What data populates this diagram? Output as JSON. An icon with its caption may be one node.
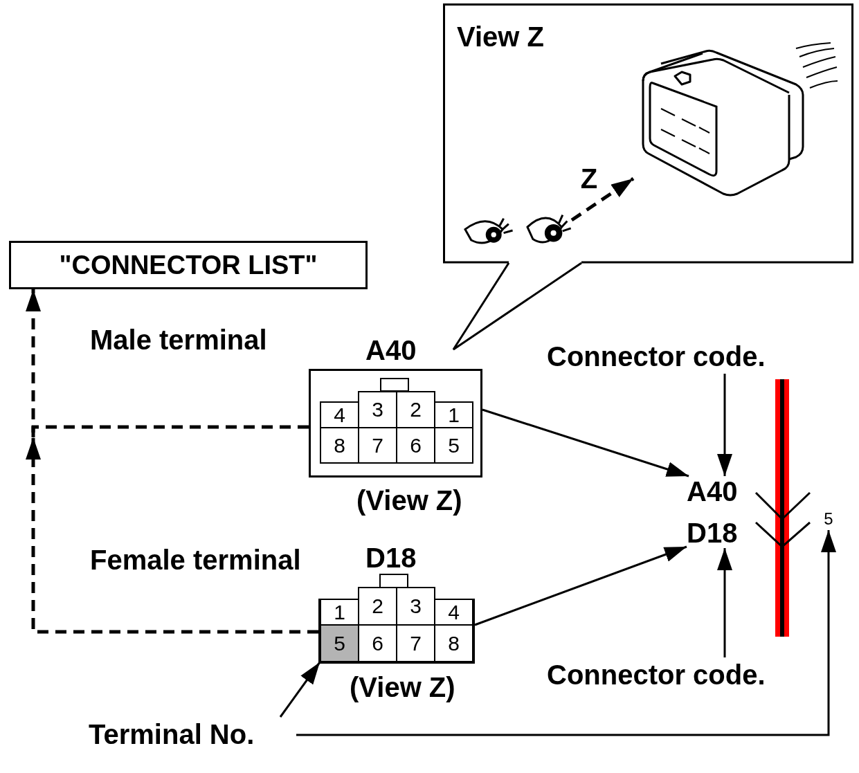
{
  "diagram": {
    "nodes": [
      {
        "text": [
          "View Z"
        ]
      },
      {
        "text": [],
        "shape": "picture",
        "in": 0
      },
      {
        "text": [],
        "shape": "picture",
        "in": 0
      },
      {
        "text": [],
        "shape": "picture",
        "in": 0
      },
      {
        "text": [
          "\"CONNECTOR LIST\""
        ]
      },
      {
        "text": [
          "A40",
          "(View Z)"
        ],
        "beside": [
          "Male terminal"
        ]
      },
      {
        "text": [
          "4"
        ],
        "in": 5
      },
      {
        "text": [
          "3"
        ],
        "in": 5
      },
      {
        "text": [
          "2"
        ],
        "in": 5
      },
      {
        "text": [
          "1"
        ],
        "in": 5
      },
      {
        "text": [
          "8"
        ],
        "in": 5
      },
      {
        "text": [
          "7"
        ],
        "in": 5
      },
      {
        "text": [
          "6"
        ],
        "in": 5
      },
      {
        "text": [
          "5"
        ],
        "in": 5
      },
      {
        "text": [
          "Connector code."
        ]
      },
      {
        "text": [
          "A40"
        ]
      },
      {
        "text": [
          "D18"
        ]
      },
      {
        "text": [
          "5"
        ]
      },
      {
        "text": [
          "D18",
          "(View Z)"
        ],
        "beside": [
          "Female terminal"
        ]
      },
      {
        "text": [
          "1"
        ],
        "in": 18
      },
      {
        "text": [
          "2"
        ],
        "in": 18
      },
      {
        "text": [
          "3"
        ],
        "in": 18
      },
      {
        "text": [
          "4"
        ],
        "in": 18
      },
      {
        "text": [
          "5"
        ],
        "in": 18
      },
      {
        "text": [
          "6"
        ],
        "in": 18
      },
      {
        "text": [
          "7"
        ],
        "in": 18
      },
      {
        "text": [
          "8"
        ],
        "in": 18
      },
      {
        "text": [
          "Connector code."
        ]
      },
      {
        "text": [
          "Terminal No."
        ]
      }
    ],
    "edges": [
      {
        "from": 2,
        "to": 3,
        "arrow": "to",
        "style": "dashed",
        "label": "Z"
      },
      {
        "from": 5,
        "to": 4,
        "arrow": "to",
        "style": "dashed"
      },
      {
        "from": 18,
        "to": 4,
        "arrow": "to",
        "style": "dashed"
      },
      {
        "from": 5,
        "to": 15,
        "arrow": "to"
      },
      {
        "from": 18,
        "to": 16,
        "arrow": "to"
      },
      {
        "from": 14,
        "to": 15,
        "arrow": "to"
      },
      {
        "from": 27,
        "to": 16,
        "arrow": "to"
      },
      {
        "from": 28,
        "to": 23,
        "arrow": "to"
      },
      {
        "from": 28,
        "to": 17,
        "arrow": "to"
      }
    ]
  }
}
